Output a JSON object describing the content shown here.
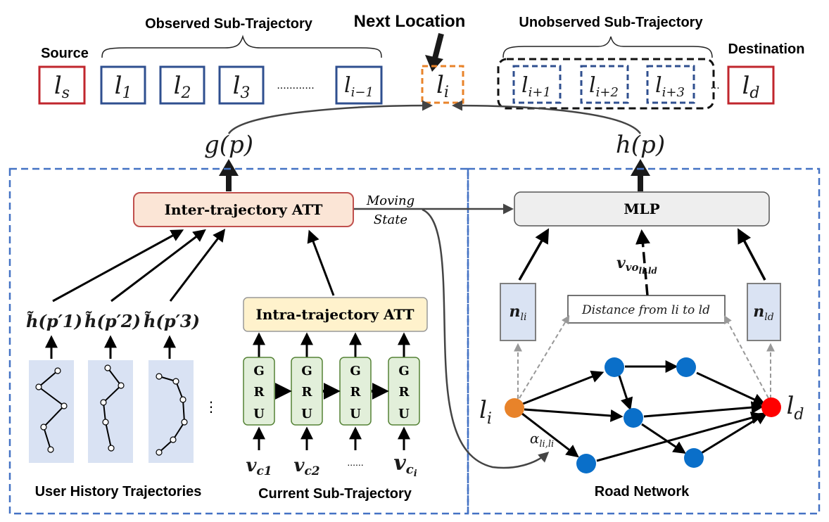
{
  "top": {
    "observed_title": "Observed Sub-Trajectory",
    "next_title": "Next Location",
    "unobserved_title": "Unobserved Sub-Trajectory",
    "source_label": "Source",
    "destination_label": "Destination",
    "dots": "............",
    "ellipsis": "...",
    "tokens": {
      "ls": "ls",
      "l1": "l1",
      "l2": "l2",
      "l3": "l3",
      "li_1": "li−1",
      "li": "li",
      "li1": "li+1",
      "li2": "li+2",
      "li3": "li+3",
      "ld": "ld"
    }
  },
  "heads": {
    "g": "g(p)",
    "h": "h(p)"
  },
  "left": {
    "inter_att": "Inter-trajectory ATT",
    "intra_att": "Intra-trajectory ATT",
    "moving_state_1": "Moving",
    "moving_state_2": "State",
    "history_reps": [
      "h̃(p′1)",
      "h̃(p′2)",
      "h̃(p′3)"
    ],
    "gru_letters": [
      "G",
      "R",
      "U"
    ],
    "inputs": [
      "vc1",
      "vc2",
      "......",
      "vci"
    ],
    "history_caption": "User History Trajectories",
    "current_caption": "Current Sub-Trajectory",
    "history_dots": "⋮"
  },
  "right": {
    "mlp": "MLP",
    "n_li": "nli",
    "n_ld": "nld",
    "v_o": "vo",
    "v_o_sub": "li,ld",
    "distance_text": "Distance from li to ld",
    "li_node": "li",
    "ld_node": "ld",
    "alpha": "α",
    "alpha_sub": "li,li",
    "caption": "Road Network"
  },
  "colors": {
    "red_box": "#c0262d",
    "blue_box": "#2f4f8f",
    "orange_dash": "#e8832a",
    "panel_dash": "#4472c4",
    "inter_fill": "#fbe5d6",
    "intra_fill": "#fff2cc",
    "gru_fill": "#e2efda",
    "mlp_fill": "#eeeeee",
    "node_fill": "#dae3f3",
    "traj_fill": "#d9e2f3",
    "next_title": "#c0262d"
  }
}
